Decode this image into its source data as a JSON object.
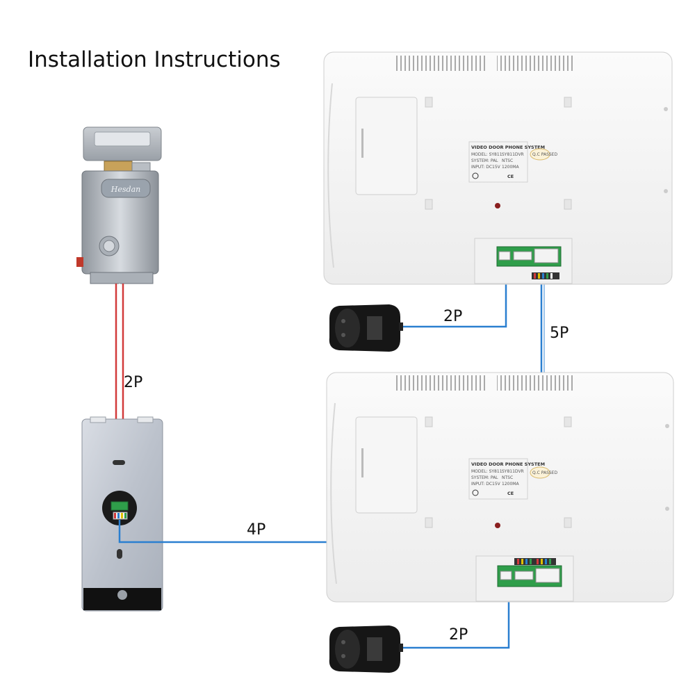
{
  "title": "Installation Instructions",
  "connections": {
    "lock_to_outdoor": "2P",
    "outdoor_to_monitor": "4P",
    "monitor_to_monitor": "5P",
    "adapter_to_monitor_top": "2P",
    "adapter_to_monitor_bottom": "2P"
  },
  "monitor_label": {
    "header": "VIDEO DOOR PHONE SYSTEM",
    "model_a": "MODEL: SY811",
    "model_b": "SY811DVR",
    "system_a": "SYSTEM: PAL",
    "system_b": "NTSC",
    "input_a": "INPUT: DC15V",
    "input_b": "1200MA",
    "ce": "CE",
    "qc": "Q.C PASSED"
  },
  "lock_brand": "Hesdan",
  "colors": {
    "wire_blue": "#2a7fd0",
    "wire_red": "#d23a3a",
    "pcb_green": "#2f9e4a"
  }
}
